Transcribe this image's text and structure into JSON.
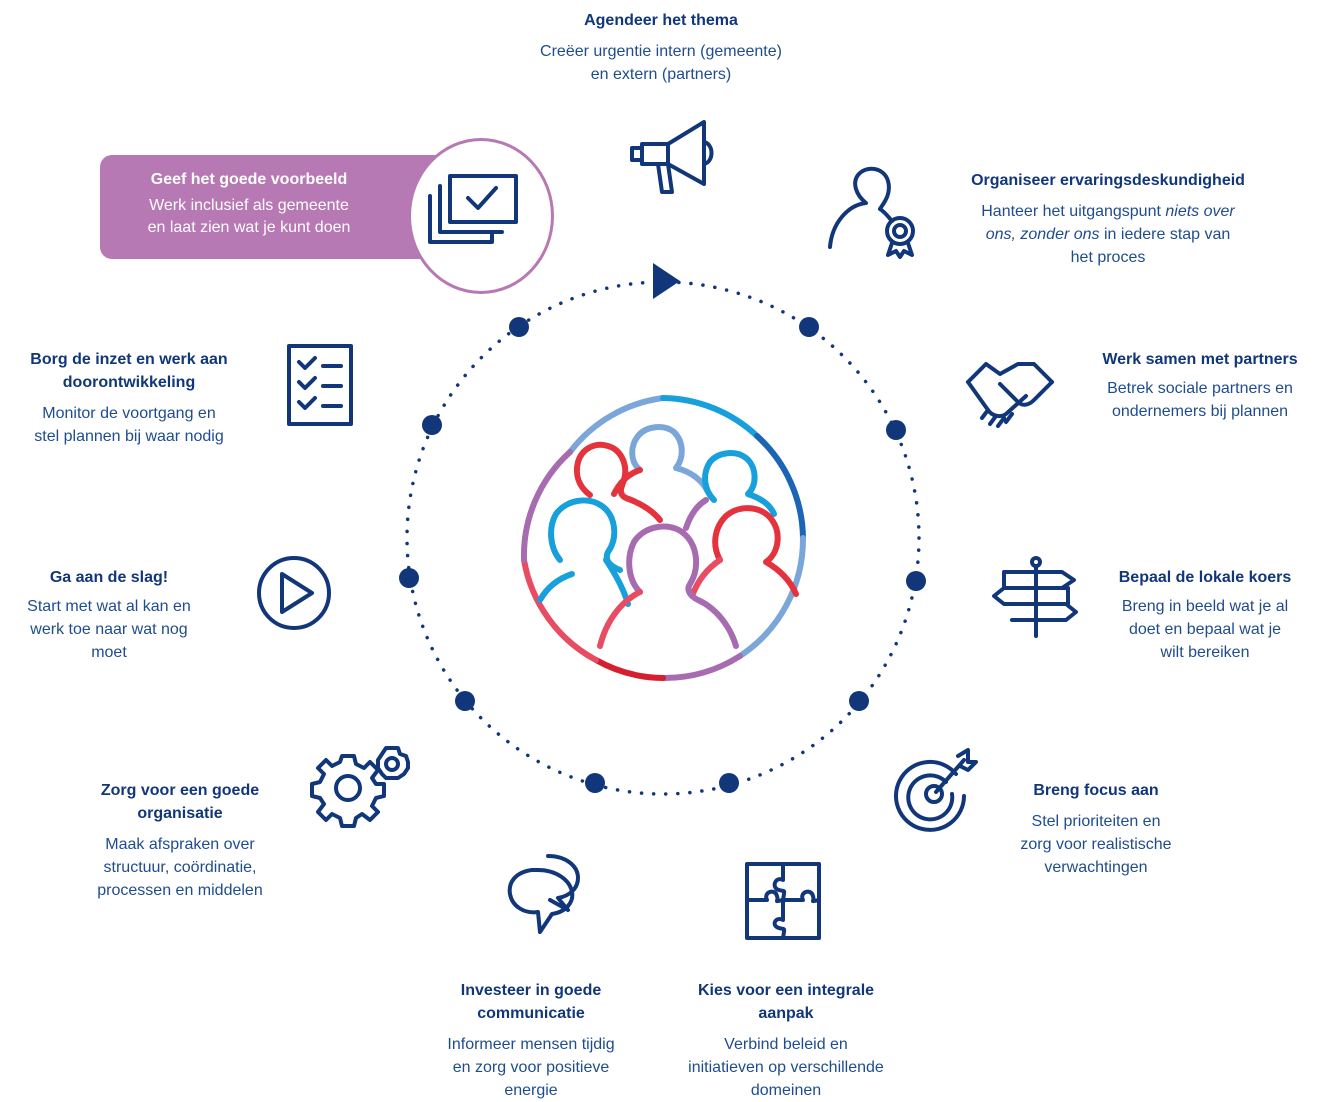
{
  "steps": {
    "agendeer": {
      "title": "Agendeer het thema",
      "desc_1": "Creëer urgentie intern (gemeente)",
      "desc_2": "en extern (partners)",
      "icon": "megaphone-icon"
    },
    "ervaring": {
      "title": "Organiseer ervaringsdeskundigheid",
      "desc_pre": "Hanteer het uitgangspunt ",
      "desc_italic_1": "niets over",
      "desc_italic_2": "ons, zonder ons",
      "desc_post": " in iedere stap van",
      "desc_3": "het proces",
      "icon": "person-award-icon"
    },
    "partners": {
      "title": "Werk samen met partners",
      "desc_1": "Betrek sociale partners en",
      "desc_2": "ondernemers bij plannen",
      "icon": "handshake-icon"
    },
    "koers": {
      "title": "Bepaal de lokale koers",
      "desc_1": "Breng in beeld wat je al",
      "desc_2": "doet en bepaal wat je",
      "desc_3": "wilt bereiken",
      "icon": "signpost-icon"
    },
    "focus": {
      "title": "Breng focus aan",
      "desc_1": "Stel prioriteiten en",
      "desc_2": "zorg voor realistische",
      "desc_3": "verwachtingen",
      "icon": "target-icon"
    },
    "integraal": {
      "title_1": "Kies voor een integrale",
      "title_2": "aanpak",
      "desc_1": "Verbind beleid en",
      "desc_2": "initiatieven op verschillende",
      "desc_3": "domeinen",
      "icon": "puzzle-icon"
    },
    "communicatie": {
      "title_1": "Investeer in goede",
      "title_2": "communicatie",
      "desc_1": "Informeer mensen tijdig",
      "desc_2": "en zorg voor positieve",
      "desc_3": "energie",
      "icon": "speech-bubbles-icon"
    },
    "organisatie": {
      "title_1": "Zorg voor een goede",
      "title_2": "organisatie",
      "desc_1": "Maak afspraken over",
      "desc_2": "structuur, coördinatie,",
      "desc_3": "processen en middelen",
      "icon": "gears-icon"
    },
    "slag": {
      "title": "Ga aan de slag!",
      "desc_1": "Start met wat al kan en",
      "desc_2": "werk toe naar wat nog",
      "desc_3": "moet",
      "icon": "play-icon"
    },
    "borg": {
      "title_1": "Borg de inzet en werk aan",
      "title_2": "doorontwikkeling",
      "desc_1": "Monitor de voortgang en",
      "desc_2": "stel plannen bij waar nodig",
      "icon": "checklist-icon"
    },
    "voorbeeld": {
      "title": "Geef het goede voorbeeld",
      "desc_1": "Werk inclusief als gemeente",
      "desc_2": "en laat zien wat je kunt doen",
      "icon": "checked-cards-icon"
    }
  },
  "colors": {
    "navy": "#11377a",
    "text_blue": "#1f4c8f",
    "accent_purple": "#b779b3",
    "people_red": "#e4333d",
    "people_blue": "#17a0dc",
    "people_light": "#7ba6d9",
    "people_purple": "#a76cb0"
  }
}
